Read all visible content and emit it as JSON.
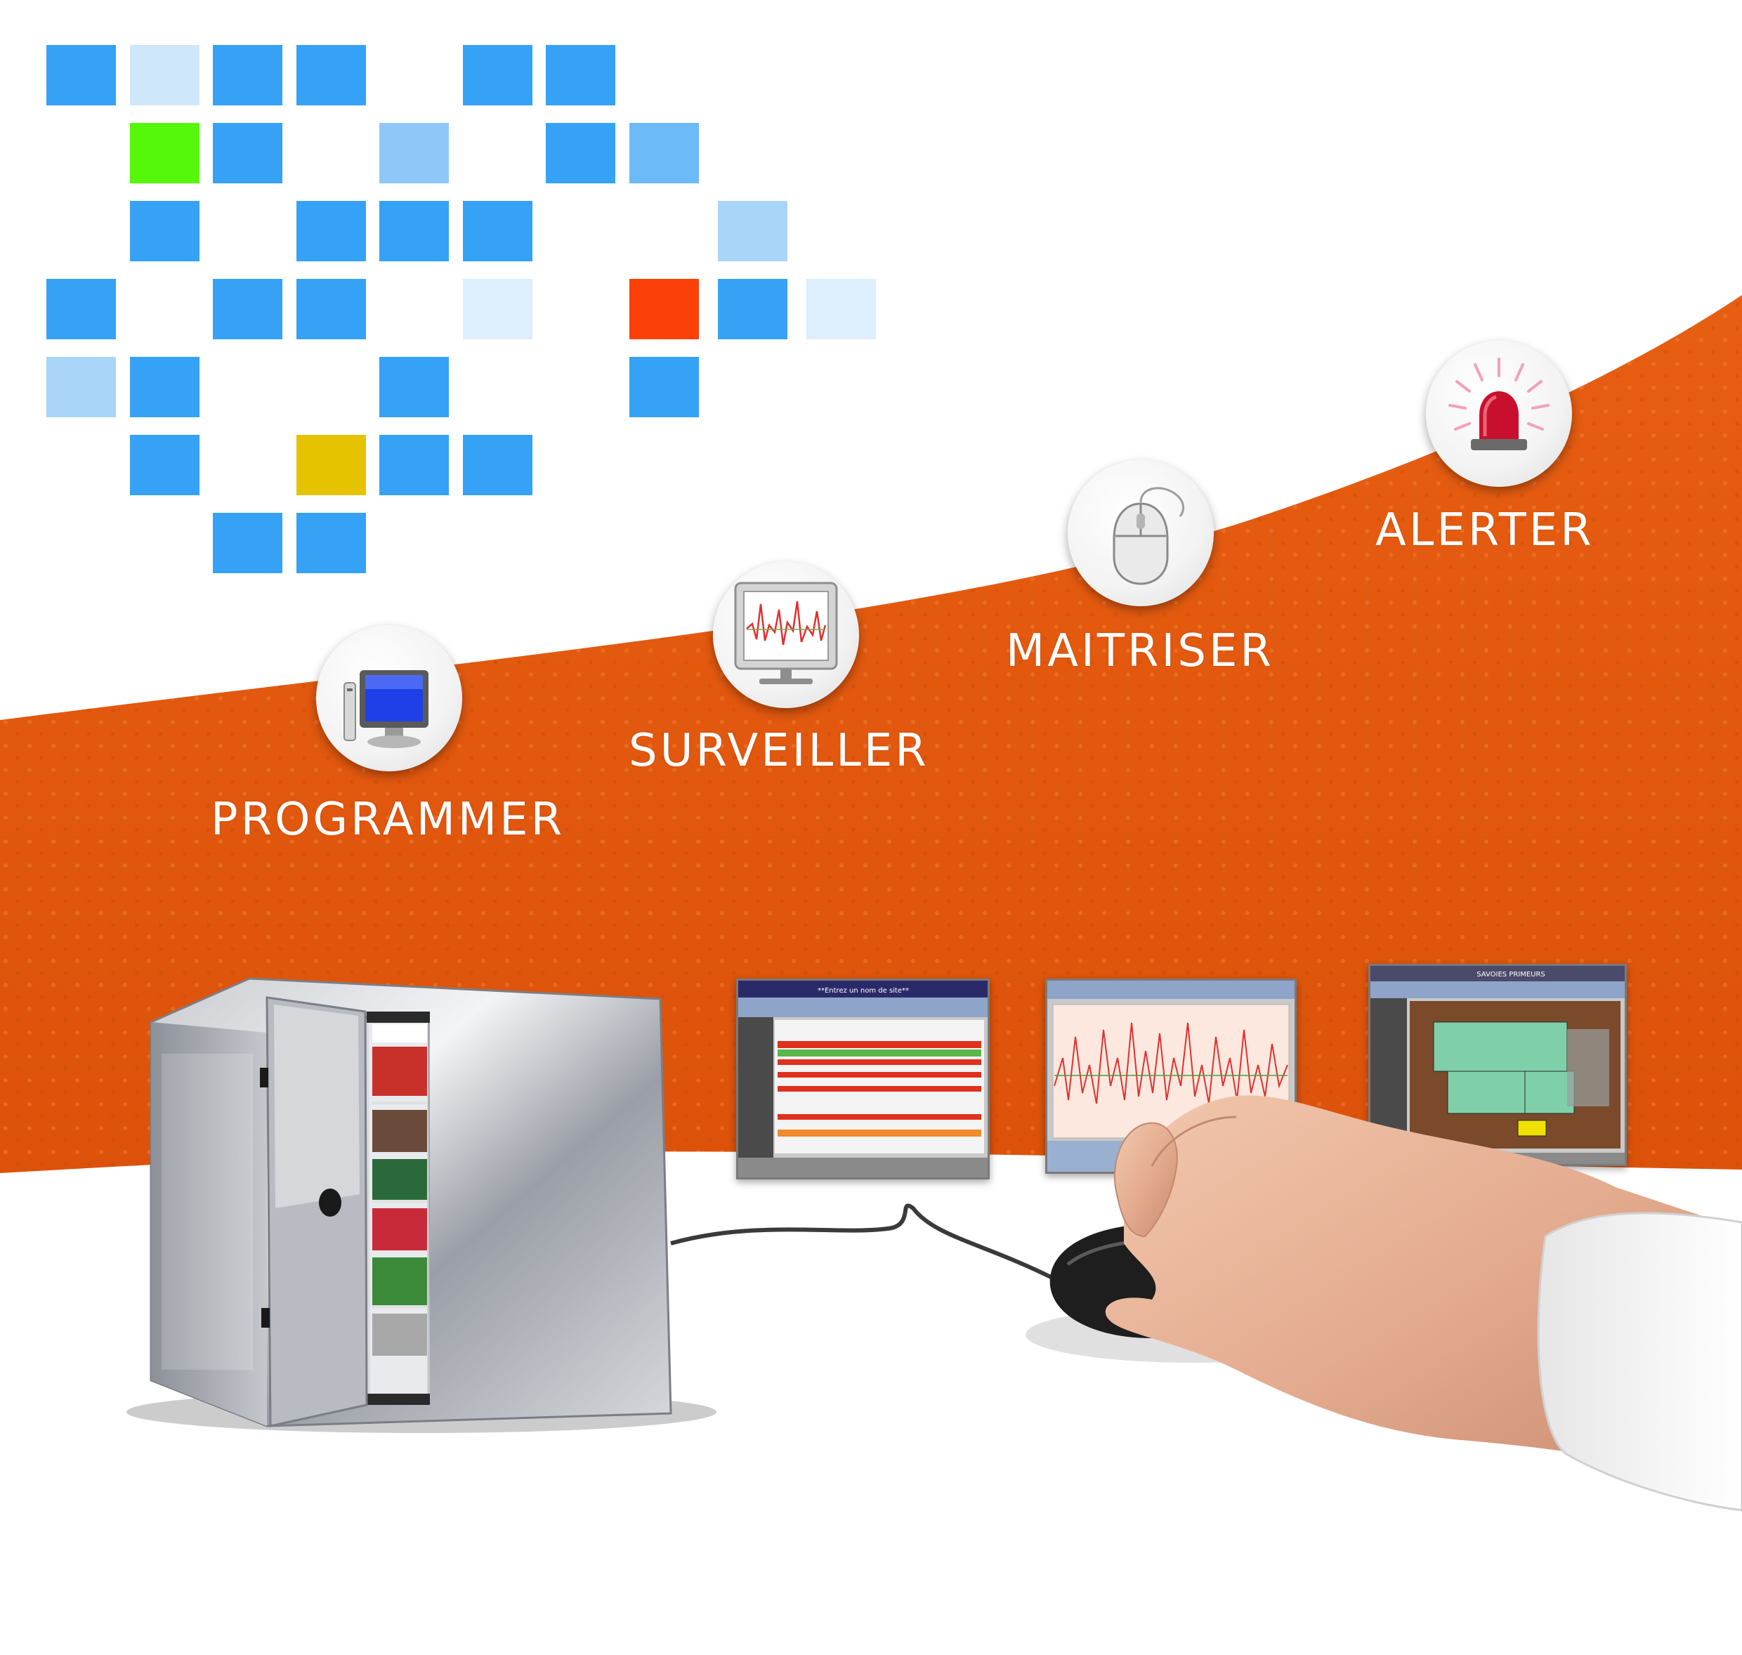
{
  "colors": {
    "band": "#e4560c",
    "band_dark": "#d14a06",
    "label_text": "#ffffff"
  },
  "mosaic": {
    "colors": [
      "#36a2f5",
      "#cfe7fb",
      "#55f70a",
      "#8fc8f8",
      "#6cbaf8",
      "#a9d5f8",
      "#ddeffc",
      "#fb4109",
      "#e6c300"
    ],
    "cells": [
      [
        0,
        0,
        0
      ],
      [
        1,
        0,
        1
      ],
      [
        2,
        0,
        0
      ],
      [
        3,
        0,
        0
      ],
      [
        5,
        0,
        0
      ],
      [
        6,
        0,
        0
      ],
      [
        1,
        1,
        2
      ],
      [
        2,
        1,
        0
      ],
      [
        4,
        1,
        3
      ],
      [
        6,
        1,
        0
      ],
      [
        7,
        1,
        4
      ],
      [
        1,
        2,
        0
      ],
      [
        3,
        2,
        0
      ],
      [
        4,
        2,
        0
      ],
      [
        5,
        2,
        0
      ],
      [
        8,
        2,
        5
      ],
      [
        0,
        3,
        0
      ],
      [
        2,
        3,
        0
      ],
      [
        3,
        3,
        0
      ],
      [
        5,
        3,
        6
      ],
      [
        7,
        3,
        7
      ],
      [
        8,
        3,
        0
      ],
      [
        9,
        3,
        6
      ],
      [
        0,
        4,
        5
      ],
      [
        1,
        4,
        0
      ],
      [
        4,
        4,
        0
      ],
      [
        7,
        4,
        0
      ],
      [
        1,
        5,
        0
      ],
      [
        3,
        5,
        8
      ],
      [
        4,
        5,
        0
      ],
      [
        5,
        5,
        0
      ],
      [
        2,
        6,
        0
      ],
      [
        3,
        6,
        0
      ]
    ]
  },
  "features": [
    {
      "id": "programmer",
      "label": "PROGRAMMER",
      "icon": "computer-icon"
    },
    {
      "id": "surveiller",
      "label": "SURVEILLER",
      "icon": "monitor-chart-icon"
    },
    {
      "id": "maitriser",
      "label": "MAITRISER",
      "icon": "mouse-icon"
    },
    {
      "id": "alerter",
      "label": "ALERTER",
      "icon": "alarm-beacon-icon"
    }
  ],
  "screens": [
    {
      "id": "alarm-list",
      "title": "**Entrez un nom de site**",
      "icon": "alarm-log-screen"
    },
    {
      "id": "temperature-graph",
      "icon": "temperature-chart-screen"
    },
    {
      "id": "site-plan",
      "title": "SAVOIES PRIMEURS",
      "icon": "floor-plan-screen"
    }
  ],
  "photo": {
    "cold_room": "cold-room-image",
    "hand_mouse": "hand-with-mouse-image"
  }
}
